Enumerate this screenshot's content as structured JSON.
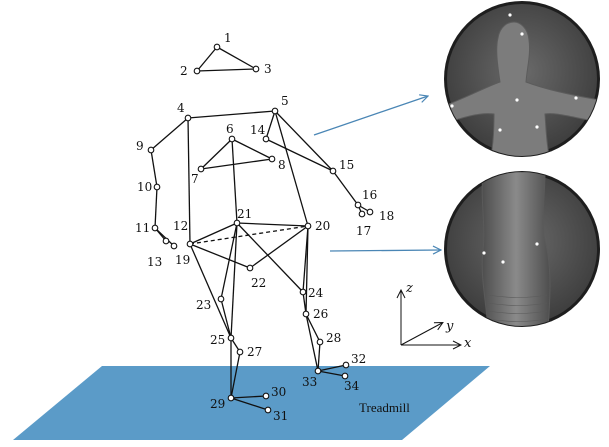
{
  "diagram": {
    "markers": [
      {
        "id": "1",
        "label": "1"
      },
      {
        "id": "2",
        "label": "2"
      },
      {
        "id": "3",
        "label": "3"
      },
      {
        "id": "4",
        "label": "4"
      },
      {
        "id": "5",
        "label": "5"
      },
      {
        "id": "6",
        "label": "6"
      },
      {
        "id": "7",
        "label": "7"
      },
      {
        "id": "8",
        "label": "8"
      },
      {
        "id": "9",
        "label": "9"
      },
      {
        "id": "10",
        "label": "10"
      },
      {
        "id": "11",
        "label": "11"
      },
      {
        "id": "12",
        "label": "12"
      },
      {
        "id": "13",
        "label": "13"
      },
      {
        "id": "14",
        "label": "14"
      },
      {
        "id": "15",
        "label": "15"
      },
      {
        "id": "16",
        "label": "16"
      },
      {
        "id": "17",
        "label": "17"
      },
      {
        "id": "18",
        "label": "18"
      },
      {
        "id": "19",
        "label": "19"
      },
      {
        "id": "20",
        "label": "20"
      },
      {
        "id": "21",
        "label": "21"
      },
      {
        "id": "22",
        "label": "22"
      },
      {
        "id": "23",
        "label": "23"
      },
      {
        "id": "24",
        "label": "24"
      },
      {
        "id": "25",
        "label": "25"
      },
      {
        "id": "26",
        "label": "26"
      },
      {
        "id": "27",
        "label": "27"
      },
      {
        "id": "28",
        "label": "28"
      },
      {
        "id": "29",
        "label": "29"
      },
      {
        "id": "30",
        "label": "30"
      },
      {
        "id": "31",
        "label": "31"
      },
      {
        "id": "32",
        "label": "32"
      },
      {
        "id": "33",
        "label": "33"
      },
      {
        "id": "34",
        "label": "34"
      }
    ],
    "links": [
      [
        "1",
        "2"
      ],
      [
        "2",
        "3"
      ],
      [
        "3",
        "1"
      ],
      [
        "4",
        "5"
      ],
      [
        "4",
        "9"
      ],
      [
        "9",
        "10"
      ],
      [
        "10",
        "11"
      ],
      [
        "11",
        "12"
      ],
      [
        "11",
        "13"
      ],
      [
        "5",
        "14"
      ],
      [
        "14",
        "15"
      ],
      [
        "5",
        "15"
      ],
      [
        "15",
        "16"
      ],
      [
        "16",
        "17"
      ],
      [
        "16",
        "18"
      ],
      [
        "6",
        "7"
      ],
      [
        "7",
        "8"
      ],
      [
        "6",
        "8"
      ],
      [
        "6",
        "21"
      ],
      [
        "4",
        "19"
      ],
      [
        "5",
        "20"
      ],
      [
        "19",
        "21"
      ],
      [
        "19",
        "20"
      ],
      [
        "19",
        "22"
      ],
      [
        "22",
        "20"
      ],
      [
        "21",
        "20"
      ],
      [
        "21",
        "23"
      ],
      [
        "21",
        "25"
      ],
      [
        "19",
        "25"
      ],
      [
        "21",
        "24"
      ],
      [
        "20",
        "24"
      ],
      [
        "20",
        "26"
      ],
      [
        "24",
        "26"
      ],
      [
        "23",
        "25"
      ],
      [
        "25",
        "27"
      ],
      [
        "25",
        "29"
      ],
      [
        "27",
        "29"
      ],
      [
        "29",
        "30"
      ],
      [
        "29",
        "31"
      ],
      [
        "26",
        "28"
      ],
      [
        "26",
        "33"
      ],
      [
        "28",
        "33"
      ],
      [
        "33",
        "32"
      ],
      [
        "33",
        "34"
      ]
    ],
    "dashed_links": [
      [
        "19",
        "20"
      ]
    ],
    "axes": {
      "z": "z",
      "y": "y",
      "x": "x"
    },
    "floor_label": "Treadmill",
    "floor_color": "#5b9bc8",
    "arrow_color": "#4a86b5"
  }
}
